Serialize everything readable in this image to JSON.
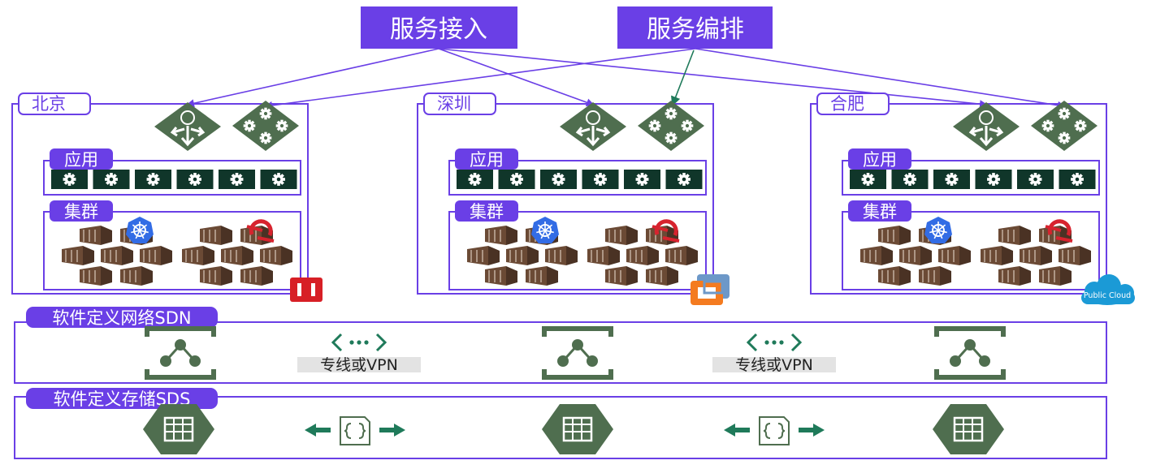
{
  "header": {
    "service_access": "服务接入",
    "service_orchestration": "服务编排"
  },
  "regions": [
    {
      "name": "北京",
      "app_label": "应用",
      "cluster_label": "集群",
      "provider": "openstack"
    },
    {
      "name": "深圳",
      "app_label": "应用",
      "cluster_label": "集群",
      "provider": "vmware"
    },
    {
      "name": "合肥",
      "app_label": "应用",
      "cluster_label": "集群",
      "provider": "public-cloud",
      "provider_label": "Public Cloud"
    }
  ],
  "sdn": {
    "label": "软件定义网络SDN",
    "links": [
      "专线或VPN",
      "专线或VPN"
    ]
  },
  "sds": {
    "label": "软件定义存储SDS"
  },
  "colors": {
    "accent": "#6a3fe6",
    "node_green": "#4f6e4f",
    "app_dark": "#10362a",
    "container_brown": "#6b4a35",
    "k8s_blue": "#326ce5",
    "openshift_red": "#d7232e",
    "link_green": "#1f7a5a"
  }
}
